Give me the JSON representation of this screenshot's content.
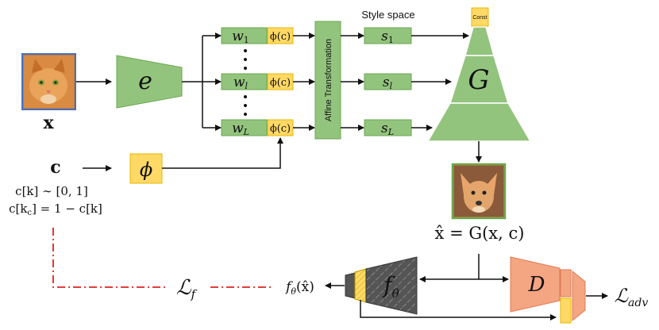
{
  "labels": {
    "input_x": "x",
    "encoder": "e",
    "w1": "w",
    "w1_sub": "1",
    "wl": "w",
    "wl_sub": "l",
    "wL": "w",
    "wL_sub": "L",
    "phi_c": "ϕ(c)",
    "affine": "Affine Transformation",
    "style_space": "Style space",
    "s1": "s",
    "s1_sub": "1",
    "sl": "s",
    "sl_sub": "l",
    "sL": "s",
    "sL_sub": "L",
    "const": "Const",
    "generator": "G",
    "c_label": "c",
    "c_dist": "c[k] ∼ [0, 1]",
    "c_flip": "c[k",
    "c_flip_sub": "c",
    "c_flip_rest": "] = 1 − c[k]",
    "phi": "ϕ",
    "x_hat_eq": "x̂ = G(x, c)",
    "loss_f": "ℒ",
    "loss_f_sub": "f",
    "f_theta_out": "f",
    "f_theta_out_sub": "θ",
    "f_theta_out_arg": "(x̂)",
    "f_theta": "f",
    "f_theta_sub": "θ",
    "discriminator": "D",
    "loss_adv": "ℒ",
    "loss_adv_sub": "adv"
  },
  "images": {
    "cat": "cat photo (input x)",
    "dog": "generated dog-like cat image (x̂)"
  },
  "colors": {
    "green_fill": "#93c47d",
    "green_stroke": "#6aa84f",
    "yellow_fill": "#ffd966",
    "yellow_stroke": "#e6b800",
    "salmon_fill": "#f4a582",
    "salmon_stroke": "#e07b53",
    "gray_fill": "#555555",
    "blue_frame": "#4472c4",
    "green_frame": "#6aa84f",
    "red_dash": "#e02020"
  }
}
